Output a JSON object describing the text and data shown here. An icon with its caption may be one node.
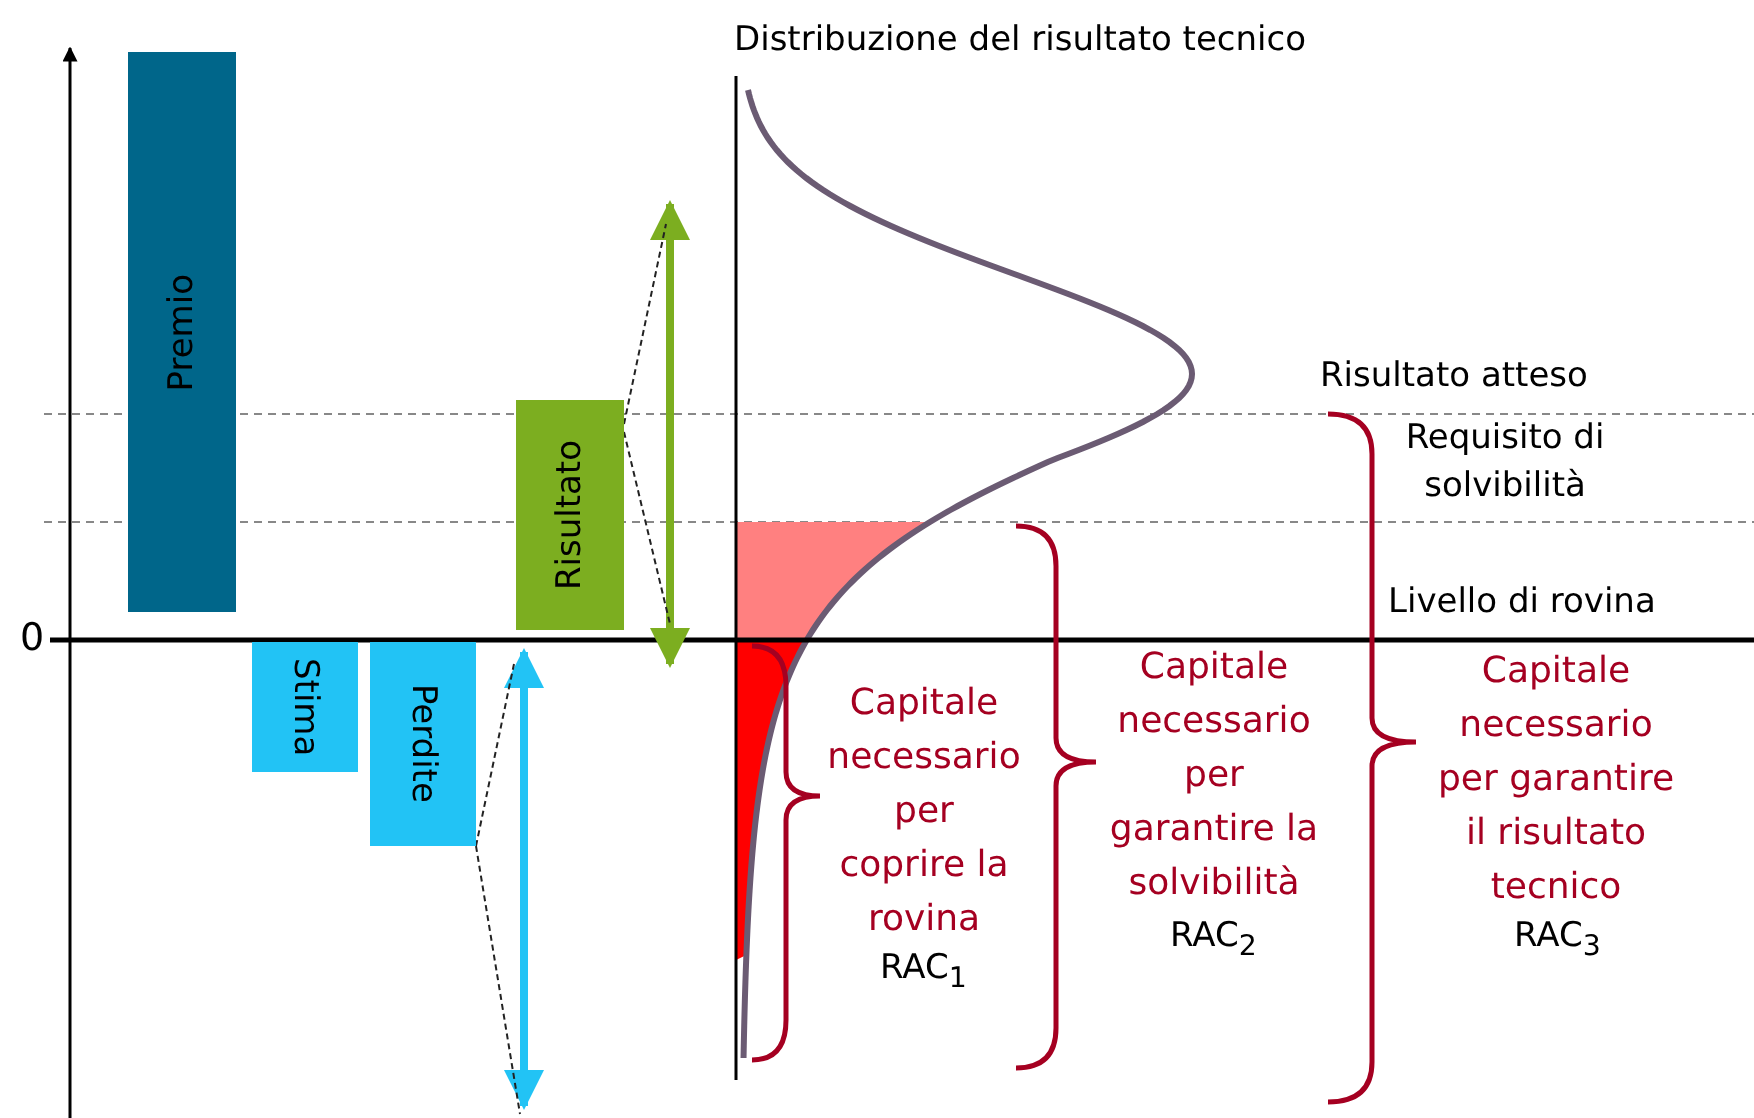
{
  "diagram": {
    "nodes": [
      {
        "text": [
          "Premio"
        ]
      },
      {
        "text": [
          "Stima"
        ]
      },
      {
        "text": [
          "Perdite"
        ]
      },
      {
        "text": [
          "Risultato"
        ]
      }
    ],
    "labels": [
      "Distribuzione del risultato tecnico",
      "0",
      "Risultato atteso",
      "Requisito di solvibilità",
      "Livello di rovina",
      "Capitale necessario per coprire la rovina",
      "RAC$_{1}$",
      "Capitale necessario per garantire la solvibilità",
      "RAC$_{2}$",
      "Capitale necessario per garantire il risultato tecnico",
      "RAC$_{3}$"
    ]
  }
}
